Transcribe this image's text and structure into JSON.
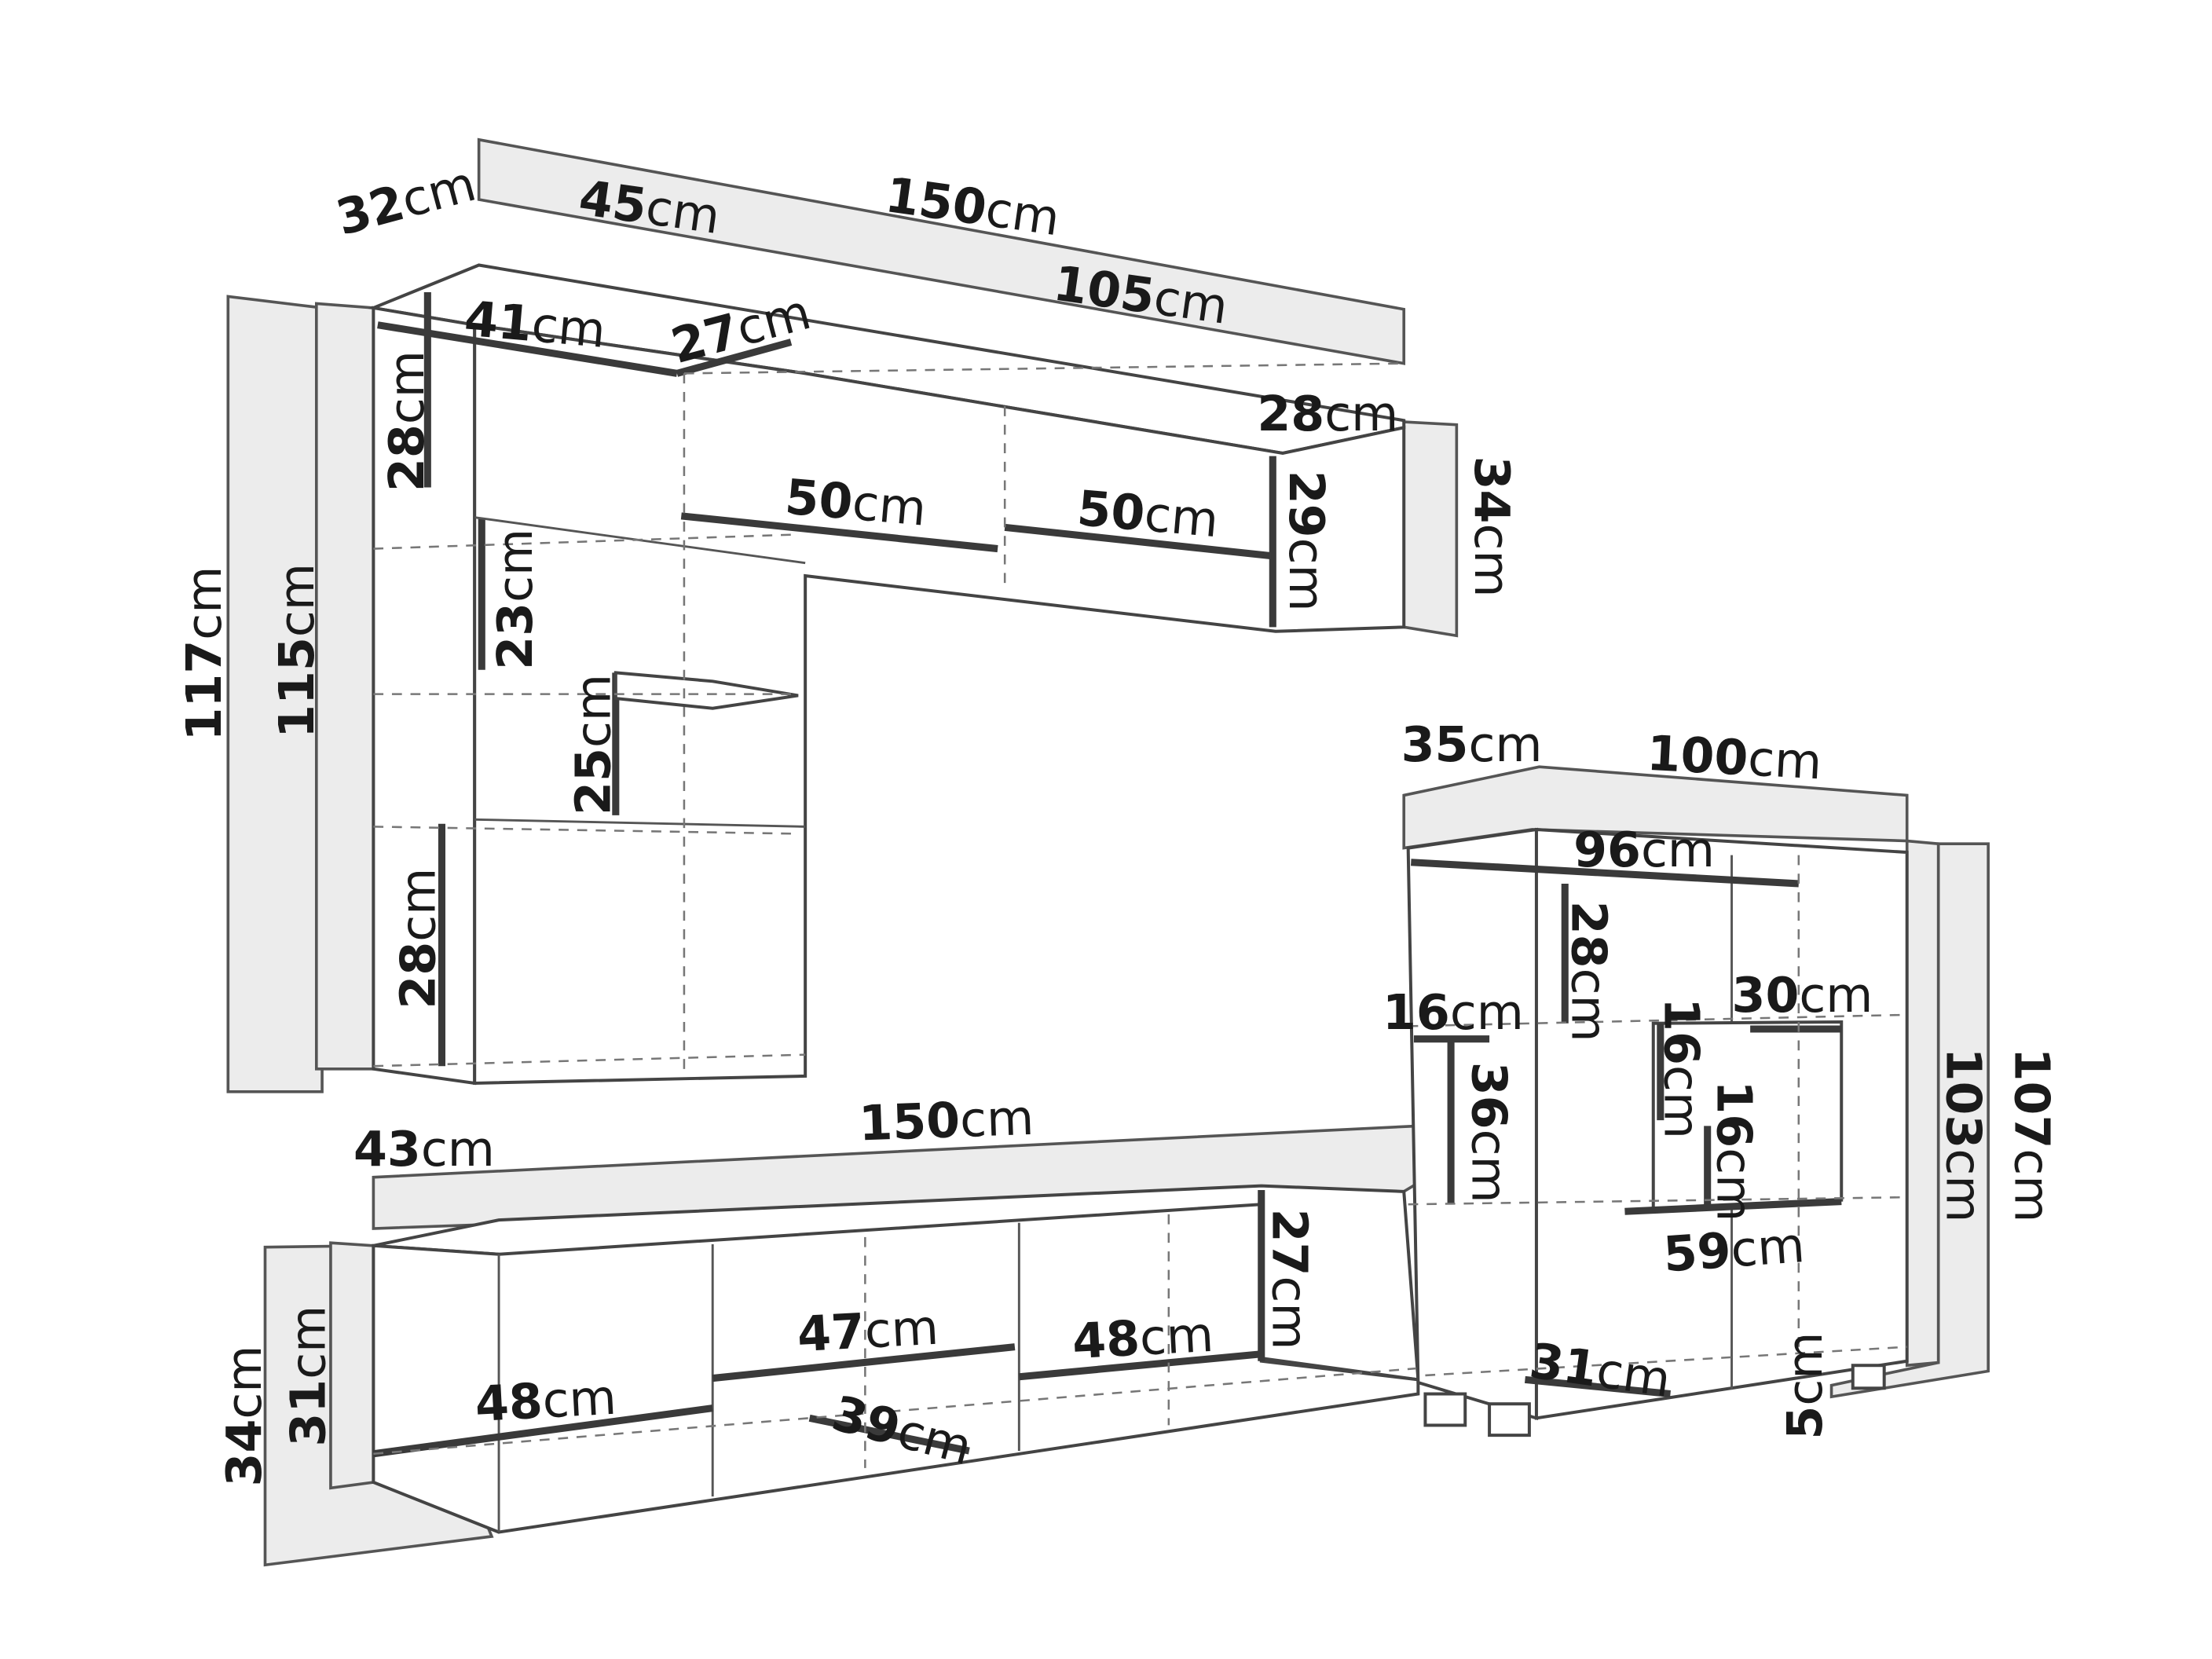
{
  "diagram": {
    "type": "furniture-dimension-drawing",
    "units": "cm",
    "wall_unit": {
      "labels": [
        {
          "value": "32",
          "unit": "cm"
        },
        {
          "value": "45",
          "unit": "cm"
        },
        {
          "value": "150",
          "unit": "cm"
        },
        {
          "value": "105",
          "unit": "cm"
        },
        {
          "value": "41",
          "unit": "cm"
        },
        {
          "value": "27",
          "unit": "cm"
        },
        {
          "value": "28",
          "unit": "cm"
        },
        {
          "value": "50",
          "unit": "cm"
        },
        {
          "value": "50",
          "unit": "cm"
        },
        {
          "value": "28",
          "unit": "cm"
        },
        {
          "value": "29",
          "unit": "cm"
        },
        {
          "value": "34",
          "unit": "cm"
        },
        {
          "value": "117",
          "unit": "cm"
        },
        {
          "value": "115",
          "unit": "cm"
        },
        {
          "value": "23",
          "unit": "cm"
        },
        {
          "value": "25",
          "unit": "cm"
        },
        {
          "value": "28",
          "unit": "cm"
        }
      ]
    },
    "tv_unit": {
      "labels": [
        {
          "value": "43",
          "unit": "cm"
        },
        {
          "value": "150",
          "unit": "cm"
        },
        {
          "value": "27",
          "unit": "cm"
        },
        {
          "value": "47",
          "unit": "cm"
        },
        {
          "value": "48",
          "unit": "cm"
        },
        {
          "value": "48",
          "unit": "cm"
        },
        {
          "value": "39",
          "unit": "cm"
        },
        {
          "value": "31",
          "unit": "cm"
        },
        {
          "value": "34",
          "unit": "cm"
        }
      ]
    },
    "shelf_unit": {
      "labels": [
        {
          "value": "35",
          "unit": "cm"
        },
        {
          "value": "100",
          "unit": "cm"
        },
        {
          "value": "96",
          "unit": "cm"
        },
        {
          "value": "28",
          "unit": "cm"
        },
        {
          "value": "30",
          "unit": "cm"
        },
        {
          "value": "16",
          "unit": "cm"
        },
        {
          "value": "36",
          "unit": "cm"
        },
        {
          "value": "16",
          "unit": "cm"
        },
        {
          "value": "16",
          "unit": "cm"
        },
        {
          "value": "59",
          "unit": "cm"
        },
        {
          "value": "31",
          "unit": "cm"
        },
        {
          "value": "5",
          "unit": "cm"
        },
        {
          "value": "103",
          "unit": "cm"
        },
        {
          "value": "107",
          "unit": "cm"
        }
      ]
    }
  }
}
